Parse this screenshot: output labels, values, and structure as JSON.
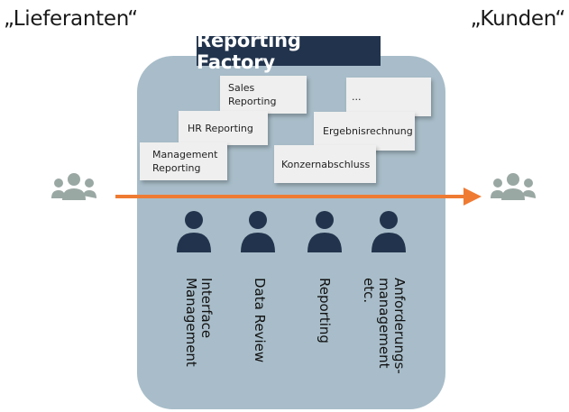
{
  "labels": {
    "suppliers": "„Lieferanten“",
    "customers": "„Kunden“",
    "factory_title": "Reporting Factory"
  },
  "cards": [
    {
      "text": "Sales\nReporting"
    },
    {
      "text": "HR Reporting"
    },
    {
      "text": "Management\nReporting"
    },
    {
      "text": "..."
    },
    {
      "text": "Ergebnisrechnung"
    },
    {
      "text": "Konzernabschluss"
    }
  ],
  "roles": [
    {
      "text": "Interface\nManagement"
    },
    {
      "text": "Data Review"
    },
    {
      "text": "Reporting"
    },
    {
      "text": "Anforderungs-\nmanagement etc."
    }
  ],
  "colors": {
    "factory_bg": "#a8bdc9",
    "title_bg": "#22344d",
    "arrow": "#ef7b33",
    "person_icon": "#22344d",
    "group_icon": "#9aa8a4"
  },
  "icons": {
    "group": "users-group-icon",
    "person": "person-icon",
    "arrow": "arrow-right-icon"
  }
}
